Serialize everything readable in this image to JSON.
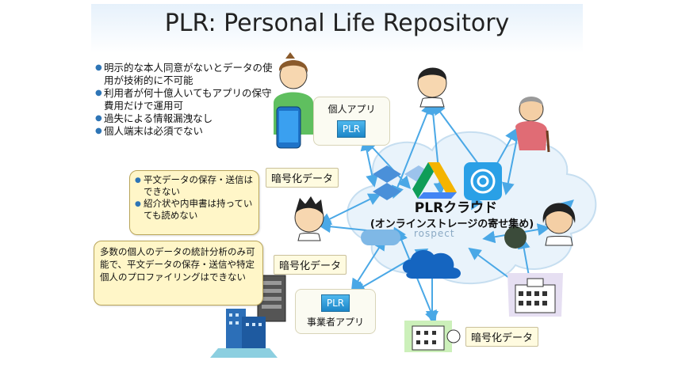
{
  "title": "PLR: Personal Life Repository",
  "bullets": [
    "明示的な本人同意がないとデータの使用が技術的に不可能",
    "利用者が何十億人いてもアプリの保守費用だけで運用可",
    "過失による情報漏洩なし",
    "個人端末は必須でない"
  ],
  "personal_app": {
    "label": "個人アプリ",
    "chip": "PLR"
  },
  "business_app": {
    "label": "事業者アプリ",
    "chip": "PLR"
  },
  "encrypted_labels": [
    "暗号化データ",
    "暗号化データ",
    "暗号化データ"
  ],
  "callout_middle": [
    "平文データの保存・送信はできない",
    "紹介状や内申書は持っていても読めない"
  ],
  "callout_bottom": "多数の個人のデータの統計分析のみ可能で、平文データの保存・送信や特定個人のプロファイリングはできない",
  "cloud": {
    "title": "PLRクラウド",
    "subtitle": "(オンラインストレージの寄せ集め)",
    "watermark": "rospect"
  },
  "colors": {
    "arrow": "#4aa8e6",
    "cloud_fill": "#e9f3fb",
    "chip": "#1c86c8",
    "callout_fill": "#fff6c8"
  }
}
